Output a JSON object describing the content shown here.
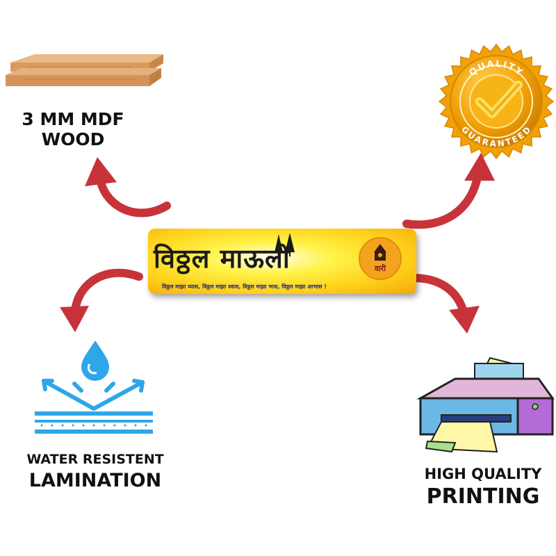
{
  "features": {
    "wood": {
      "line1": "3 MM MDF",
      "line2": "WOOD"
    },
    "water": {
      "line1": "WATER RESISTENT",
      "line2": "LAMINATION"
    },
    "printing": {
      "line1": "HIGH QUALITY",
      "line2": "PRINTING"
    }
  },
  "badge": {
    "top_text": "QUALITY",
    "bottom_text": "GUARANTEED"
  },
  "banner": {
    "title": "विठ्ठल माऊली",
    "subtitle": "विठ्ठल माझा ध्यास, विठ्ठल माझा श्वास, विठ्ठल माझा भास, विठ्ठल माझा आभास !",
    "emblem_text": "वारी"
  },
  "colors": {
    "arrow": "#c8333a",
    "banner_yellow": "#ffe02e",
    "badge_gold": "#f2a007",
    "water_blue": "#2ea6e8"
  }
}
